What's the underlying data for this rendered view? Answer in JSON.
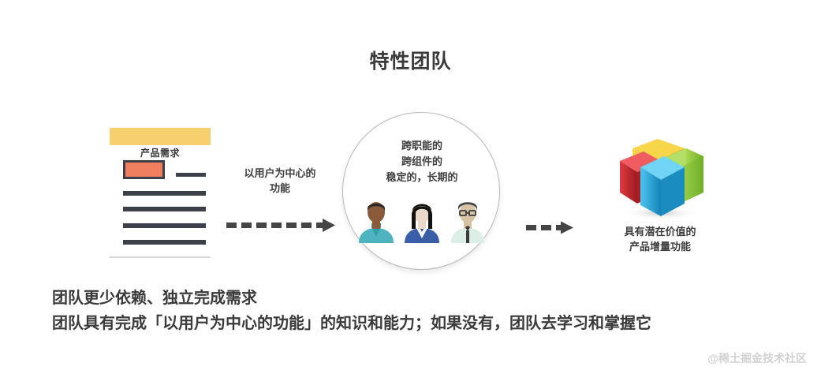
{
  "slide": {
    "title": "特性团队",
    "background": "#ffffff"
  },
  "document_card": {
    "name": "产品需求",
    "header_color": "#f6cf6e",
    "image_box_color": "#ef7f5f",
    "line_color": "#3c4049",
    "line_count": 4
  },
  "flow": {
    "arrow_1_label": "以用户为中心的\n功能",
    "arrow_1_label_line1": "以用户为中心的",
    "arrow_1_label_line2": "功能",
    "arrow_1_icon": "dashed-arrow-right-icon",
    "arrow_2_icon": "dashed-arrow-right-icon"
  },
  "team_circle": {
    "line1": "跨职能的",
    "line2": "跨组件的",
    "line3": "稳定的，长期的",
    "border_color": "#b9b9b9",
    "avatars": [
      {
        "name": "avatar-person-1",
        "shirt": "#4fb3bf",
        "skin": "#8a5a3b",
        "hair": "#2f2a26"
      },
      {
        "name": "avatar-person-2",
        "shirt": "#3a5fa8",
        "skin": "#ead9c9",
        "hair": "#12100f"
      },
      {
        "name": "avatar-person-3",
        "shirt": "#dcefe7",
        "skin": "#d9c3a5",
        "hair": "#4a4a4a",
        "accessory": "glasses-and-tie"
      }
    ]
  },
  "outcome": {
    "icon": "colored-cube-icon",
    "label_line1": "具有潜在价值的",
    "label_line2": "产品增量功能",
    "cube_colors": {
      "red": "#c1272d",
      "yellow": "#f2c11c",
      "green": "#8cc63f",
      "cyan": "#29abe2"
    }
  },
  "notes": [
    "团队更少依赖、独立完成需求",
    "团队具有完成「以用户为中心的功能」的知识和能力；如果没有，团队去学习和掌握它"
  ],
  "watermark": {
    "text": "@稀土掘金技术社区"
  }
}
